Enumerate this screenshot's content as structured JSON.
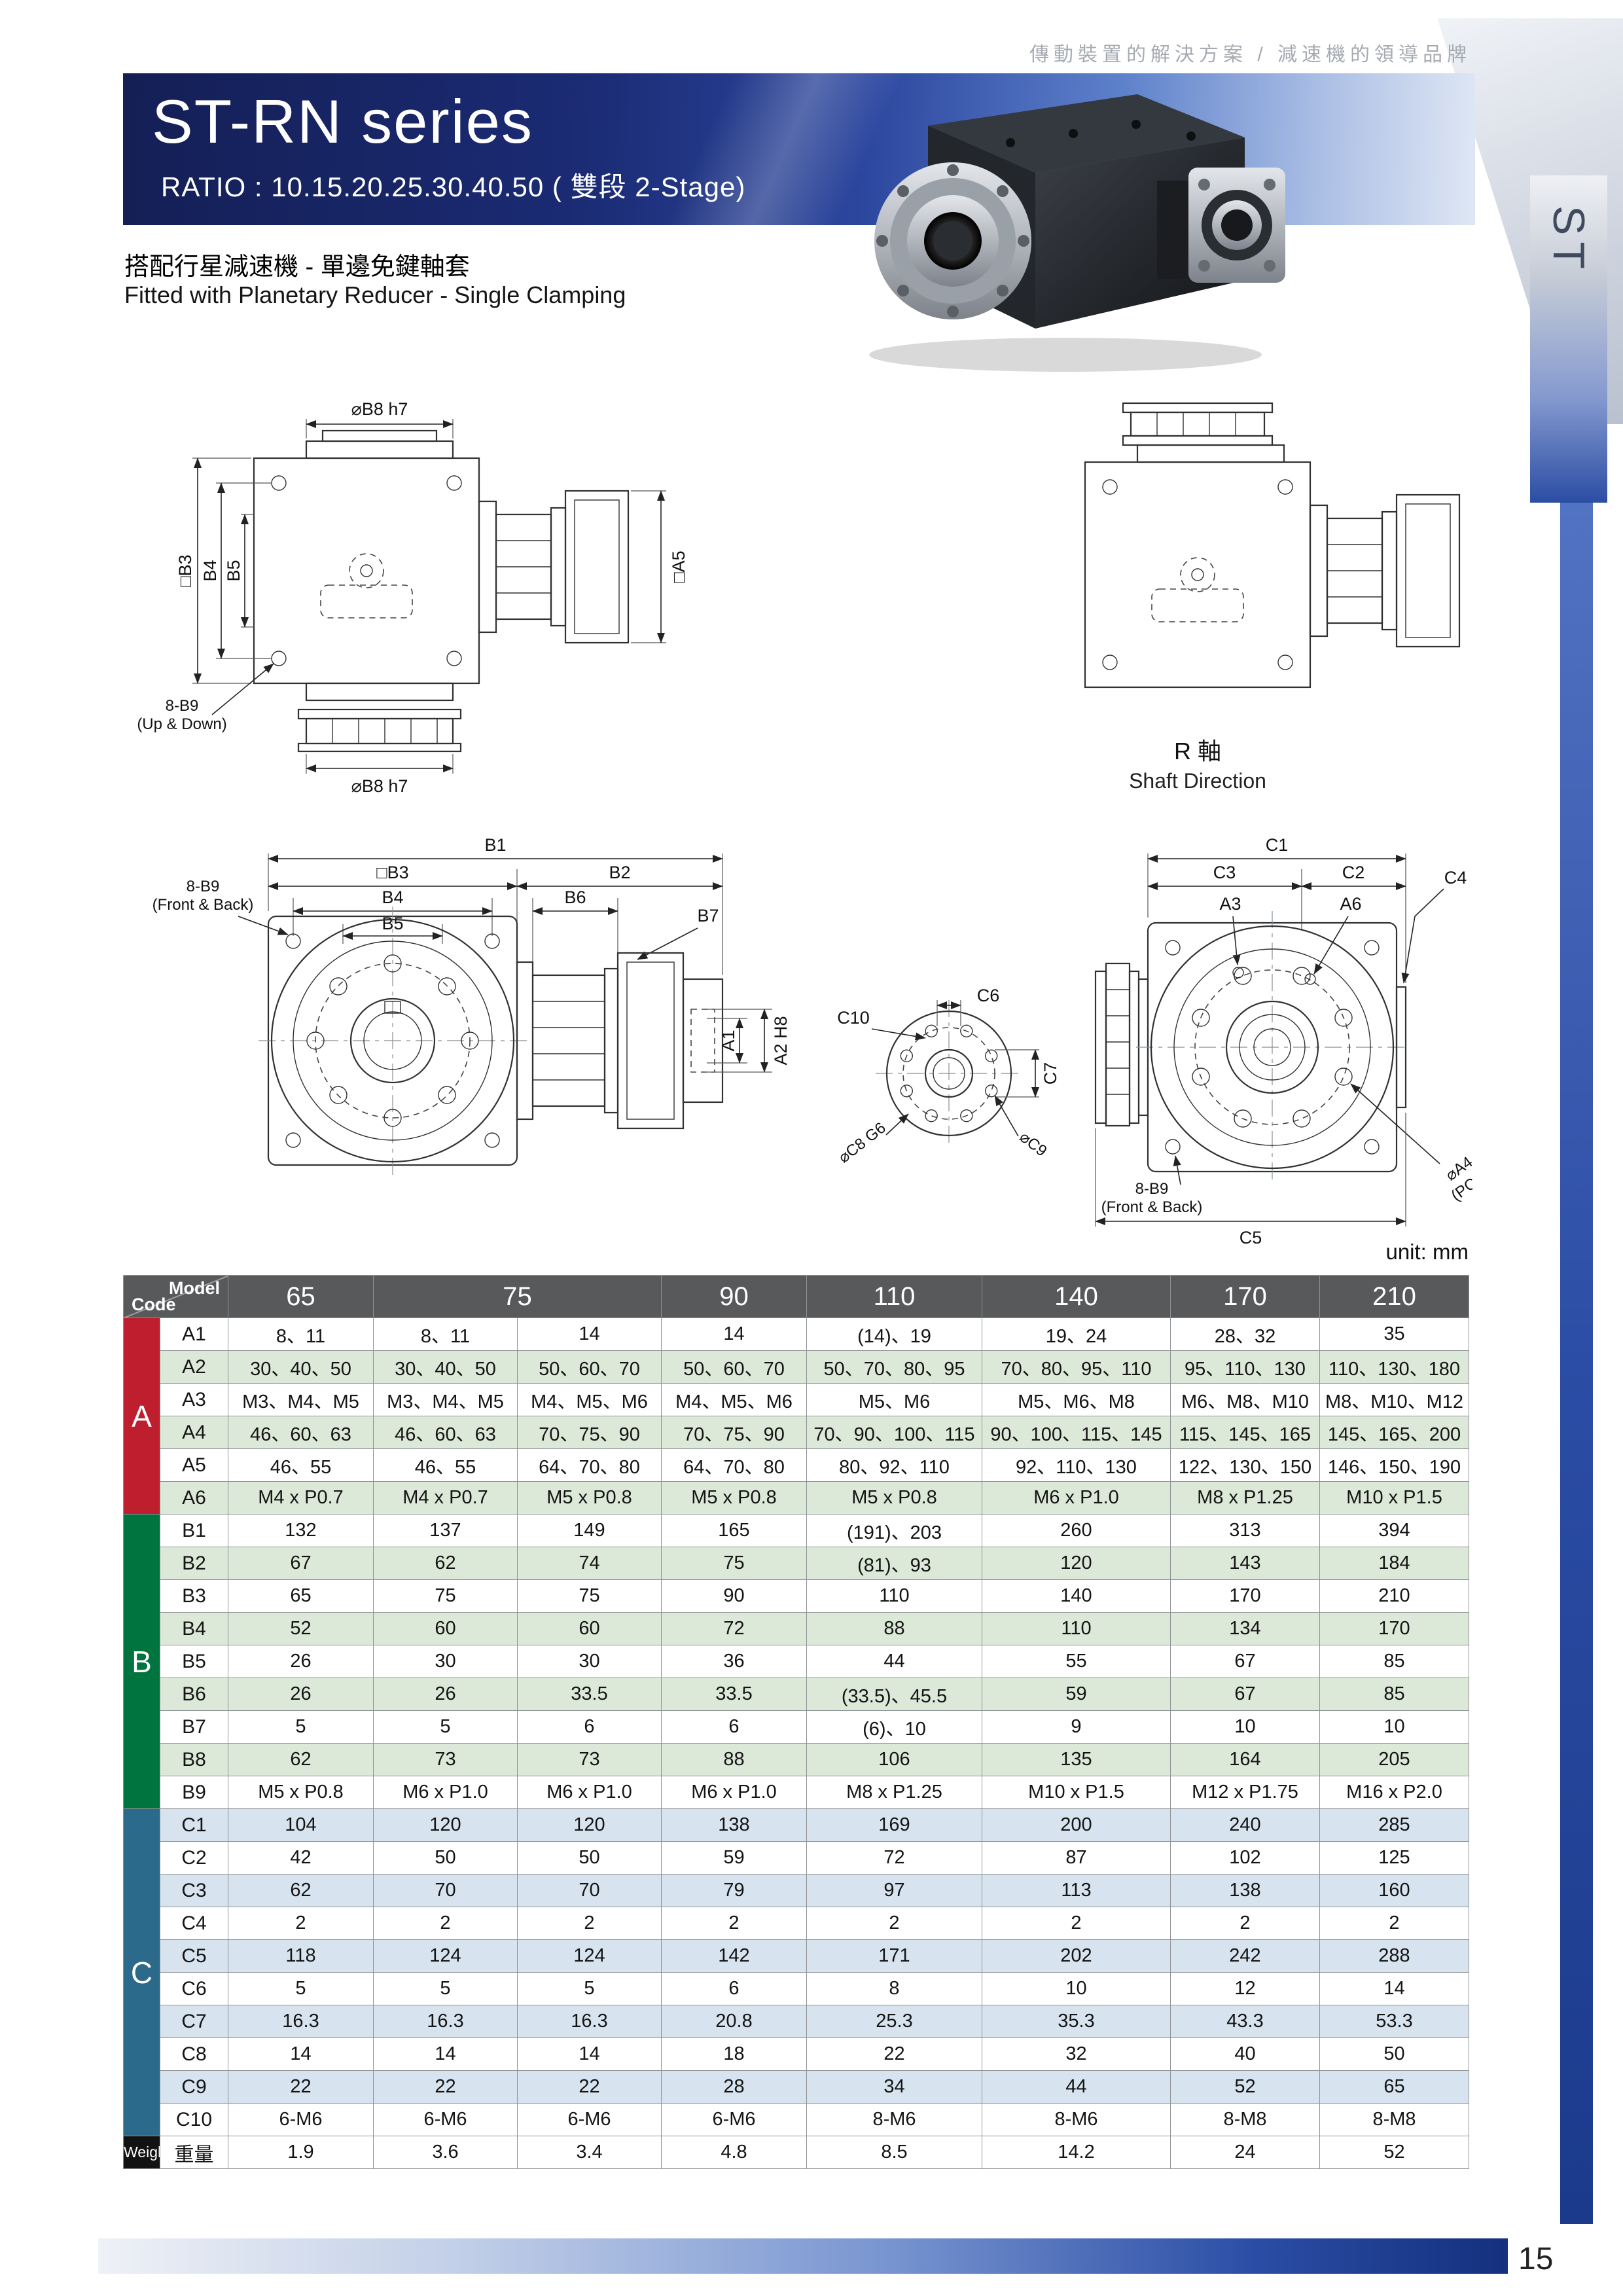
{
  "page": {
    "tagline": "傳動裝置的解決方案 / 減速機的領導品牌",
    "side_tab": "ST",
    "page_number": "15",
    "unit_note": "unit: mm"
  },
  "header": {
    "title": "ST-RN series",
    "ratio": "RATIO : 10.15.20.25.30.40.50 ( 雙段 2-Stage)",
    "subtitle_zh": "搭配行星減速機 - 單邊免鍵軸套",
    "subtitle_en": "Fitted with Planetary Reducer - Single Clamping"
  },
  "colors": {
    "banner_navy": "#1b2b74",
    "banner_blue": "#2c479f",
    "section_a": "#be1e2d",
    "section_b": "#00743f",
    "section_c": "#2c6a8c",
    "tint_green": "#dce8d8",
    "tint_blue": "#d7e3ee",
    "header_gray": "#58595b"
  },
  "drawings": {
    "front": {
      "b8_top": "⌀B8 h7",
      "b8_bottom": "⌀B8 h7",
      "b3": "□B3",
      "b4": "B4",
      "b5": "B5",
      "a5": "□A5",
      "leader": "8-B9",
      "leader_sub": "(Up & Down)"
    },
    "shaft": {
      "caption_zh": "R 軸",
      "caption_en": "Shaft Direction"
    },
    "side": {
      "b1": "B1",
      "b3": "□B3",
      "b2": "B2",
      "b4": "B4",
      "b6": "B6",
      "b5": "B5",
      "b7": "B7",
      "a1": "A1",
      "a2": "A2 H8",
      "leader": "8-B9",
      "leader_sub": "(Front & Back)"
    },
    "flange": {
      "c6": "C6",
      "c10": "C10",
      "c7": "C7",
      "c8": "⌀C8 G6",
      "c9": "⌀C9"
    },
    "right": {
      "c1": "C1",
      "c3": "C3",
      "c2": "C2",
      "c4": "C4",
      "a3": "A3",
      "a6": "A6",
      "a4": "⌀A4",
      "a4_sub": "(PCD)",
      "c5": "C5",
      "leader": "8-B9",
      "leader_sub": "(Front & Back)"
    }
  },
  "table": {
    "corner": {
      "model": "Model",
      "code": "Code"
    },
    "columns": [
      {
        "label": "65",
        "span": 1
      },
      {
        "label": "75",
        "span": 2
      },
      {
        "label": "90",
        "span": 1
      },
      {
        "label": "110",
        "span": 1
      },
      {
        "label": "140",
        "span": 1
      },
      {
        "label": "170",
        "span": 1
      },
      {
        "label": "210",
        "span": 1
      }
    ],
    "sections": [
      {
        "label": "A",
        "color": "#be1e2d",
        "tint": "#dce8d8",
        "alt": 1,
        "rows": [
          {
            "code": "A1",
            "values": [
              "8、11",
              "8、11",
              "14",
              "14",
              "(14)、19",
              "19、24",
              "28、32",
              "35"
            ]
          },
          {
            "code": "A2",
            "values": [
              "30、40、50",
              "30、40、50",
              "50、60、70",
              "50、60、70",
              "50、70、80、95",
              "70、80、95、110",
              "95、110、130",
              "110、130、180"
            ]
          },
          {
            "code": "A3",
            "values": [
              "M3、M4、M5",
              "M3、M4、M5",
              "M4、M5、M6",
              "M4、M5、M6",
              "M5、M6",
              "M5、M6、M8",
              "M6、M8、M10",
              "M8、M10、M12"
            ]
          },
          {
            "code": "A4",
            "values": [
              "46、60、63",
              "46、60、63",
              "70、75、90",
              "70、75、90",
              "70、90、100、115",
              "90、100、115、145",
              "115、145、165",
              "145、165、200"
            ]
          },
          {
            "code": "A5",
            "values": [
              "46、55",
              "46、55",
              "64、70、80",
              "64、70、80",
              "80、92、110",
              "92、110、130",
              "122、130、150",
              "146、150、190"
            ]
          },
          {
            "code": "A6",
            "values": [
              "M4 x P0.7",
              "M4 x P0.7",
              "M5 x P0.8",
              "M5 x P0.8",
              "M5 x P0.8",
              "M6 x P1.0",
              "M8 x P1.25",
              "M10 x P1.5"
            ]
          }
        ]
      },
      {
        "label": "B",
        "color": "#00743f",
        "tint": "#dce8d8",
        "alt": 1,
        "rows": [
          {
            "code": "B1",
            "values": [
              "132",
              "137",
              "149",
              "165",
              "(191)、203",
              "260",
              "313",
              "394"
            ]
          },
          {
            "code": "B2",
            "values": [
              "67",
              "62",
              "74",
              "75",
              "(81)、93",
              "120",
              "143",
              "184"
            ]
          },
          {
            "code": "B3",
            "values": [
              "65",
              "75",
              "75",
              "90",
              "110",
              "140",
              "170",
              "210"
            ]
          },
          {
            "code": "B4",
            "values": [
              "52",
              "60",
              "60",
              "72",
              "88",
              "110",
              "134",
              "170"
            ]
          },
          {
            "code": "B5",
            "values": [
              "26",
              "30",
              "30",
              "36",
              "44",
              "55",
              "67",
              "85"
            ]
          },
          {
            "code": "B6",
            "values": [
              "26",
              "26",
              "33.5",
              "33.5",
              "(33.5)、45.5",
              "59",
              "67",
              "85"
            ]
          },
          {
            "code": "B7",
            "values": [
              "5",
              "5",
              "6",
              "6",
              "(6)、10",
              "9",
              "10",
              "10"
            ]
          },
          {
            "code": "B8",
            "values": [
              "62",
              "73",
              "73",
              "88",
              "106",
              "135",
              "164",
              "205"
            ]
          },
          {
            "code": "B9",
            "values": [
              "M5 x P0.8",
              "M6 x P1.0",
              "M6 x P1.0",
              "M6 x P1.0",
              "M8 x P1.25",
              "M10 x P1.5",
              "M12 x P1.75",
              "M16 x P2.0"
            ]
          }
        ]
      },
      {
        "label": "C",
        "color": "#2c6a8c",
        "tint": "#d7e3ee",
        "alt": 0,
        "rows": [
          {
            "code": "C1",
            "values": [
              "104",
              "120",
              "120",
              "138",
              "169",
              "200",
              "240",
              "285"
            ]
          },
          {
            "code": "C2",
            "values": [
              "42",
              "50",
              "50",
              "59",
              "72",
              "87",
              "102",
              "125"
            ]
          },
          {
            "code": "C3",
            "values": [
              "62",
              "70",
              "70",
              "79",
              "97",
              "113",
              "138",
              "160"
            ]
          },
          {
            "code": "C4",
            "values": [
              "2",
              "2",
              "2",
              "2",
              "2",
              "2",
              "2",
              "2"
            ]
          },
          {
            "code": "C5",
            "values": [
              "118",
              "124",
              "124",
              "142",
              "171",
              "202",
              "242",
              "288"
            ]
          },
          {
            "code": "C6",
            "values": [
              "5",
              "5",
              "5",
              "6",
              "8",
              "10",
              "12",
              "14"
            ]
          },
          {
            "code": "C7",
            "values": [
              "16.3",
              "16.3",
              "16.3",
              "20.8",
              "25.3",
              "35.3",
              "43.3",
              "53.3"
            ]
          },
          {
            "code": "C8",
            "values": [
              "14",
              "14",
              "14",
              "18",
              "22",
              "32",
              "40",
              "50"
            ]
          },
          {
            "code": "C9",
            "values": [
              "22",
              "22",
              "22",
              "28",
              "34",
              "44",
              "52",
              "65"
            ]
          },
          {
            "code": "C10",
            "values": [
              "6-M6",
              "6-M6",
              "6-M6",
              "6-M6",
              "8-M6",
              "8-M6",
              "8-M8",
              "8-M8"
            ]
          }
        ]
      }
    ],
    "weight_row": {
      "label": "Weight",
      "code": "重量",
      "values": [
        "1.9",
        "3.6",
        "3.4",
        "4.8",
        "8.5",
        "14.2",
        "24",
        "52"
      ]
    }
  }
}
